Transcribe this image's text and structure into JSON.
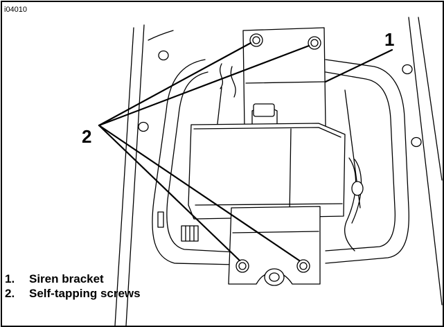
{
  "figure_id": "i04010",
  "callouts": {
    "bracket": "1",
    "screws": "2"
  },
  "legend": [
    {
      "num": "1.",
      "label": "Siren bracket"
    },
    {
      "num": "2.",
      "label": "Self-tapping screws"
    }
  ],
  "colors": {
    "line": "#000000",
    "background": "#ffffff",
    "fill": "#ffffff"
  }
}
